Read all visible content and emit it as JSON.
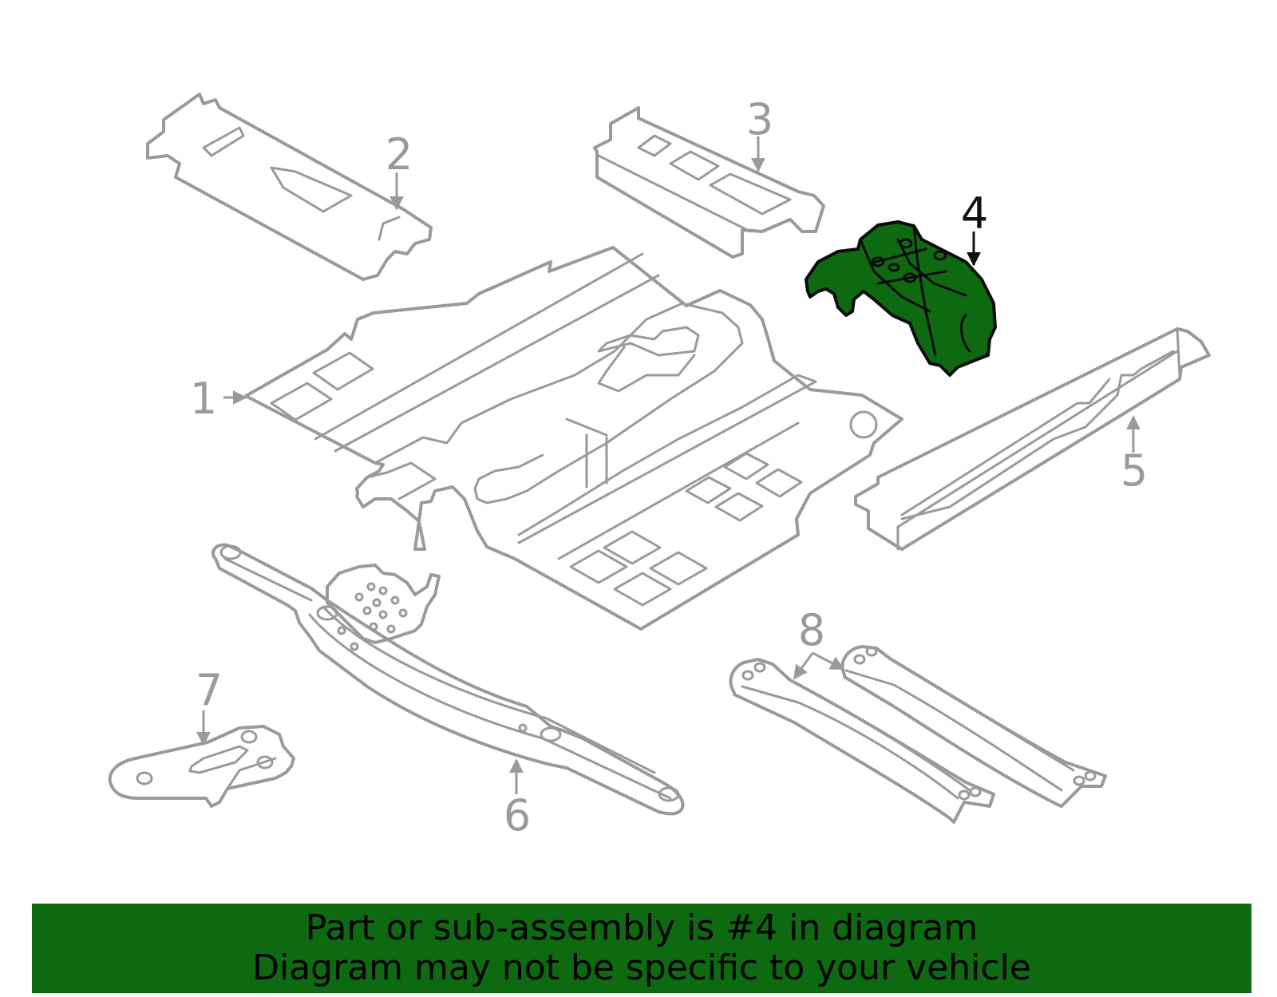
{
  "diagram": {
    "callouts": [
      {
        "label": "1"
      },
      {
        "label": "2"
      },
      {
        "label": "3"
      },
      {
        "label": "4"
      },
      {
        "label": "5"
      },
      {
        "label": "6"
      },
      {
        "label": "7"
      },
      {
        "label": "8"
      }
    ],
    "highlighted_callout": "4",
    "highlight_color": "#0e6a10",
    "line_color": "#9a9a9a"
  },
  "banner": {
    "line1": "Part or sub-assembly is #4 in diagram",
    "line2": "Diagram may not be specific to your vehicle",
    "background": "#0e6a10"
  }
}
